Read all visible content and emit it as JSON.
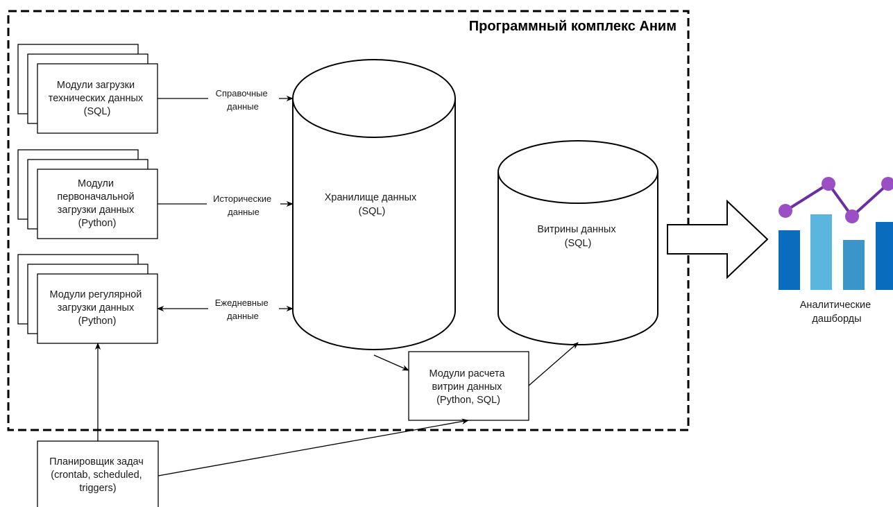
{
  "diagram": {
    "title": "Программный комплекс Аним",
    "modules": {
      "tech": [
        "Модули загрузки",
        "технических данных",
        "(SQL)"
      ],
      "initial": [
        "Модули",
        "первоначальной",
        "загрузки данных",
        "(Python)"
      ],
      "regular": [
        "Модули регулярной",
        "загрузки данных",
        "(Python)"
      ]
    },
    "edges": {
      "reference": [
        "Справочные",
        "данные"
      ],
      "historical": [
        "Исторические",
        "данные"
      ],
      "daily": [
        "Ежедневные",
        "данные"
      ]
    },
    "storage": [
      "Хранилище данных",
      "(SQL)"
    ],
    "marts": [
      "Витрины данных",
      "(SQL)"
    ],
    "calc": [
      "Модули расчета",
      "витрин данных",
      "(Python, SQL)"
    ],
    "scheduler": [
      "Планировщик задач",
      "(crontab, scheduled,",
      "triggers)"
    ],
    "dashboards": [
      "Аналитические",
      "дашборды"
    ],
    "colors": {
      "bar_dark": "#0a6cbf",
      "bar_light": "#5ab6dd",
      "bar_mid": "#3a95c8",
      "trend_line": "#6b2fa0",
      "trend_dot": "#9b4fc4"
    }
  }
}
